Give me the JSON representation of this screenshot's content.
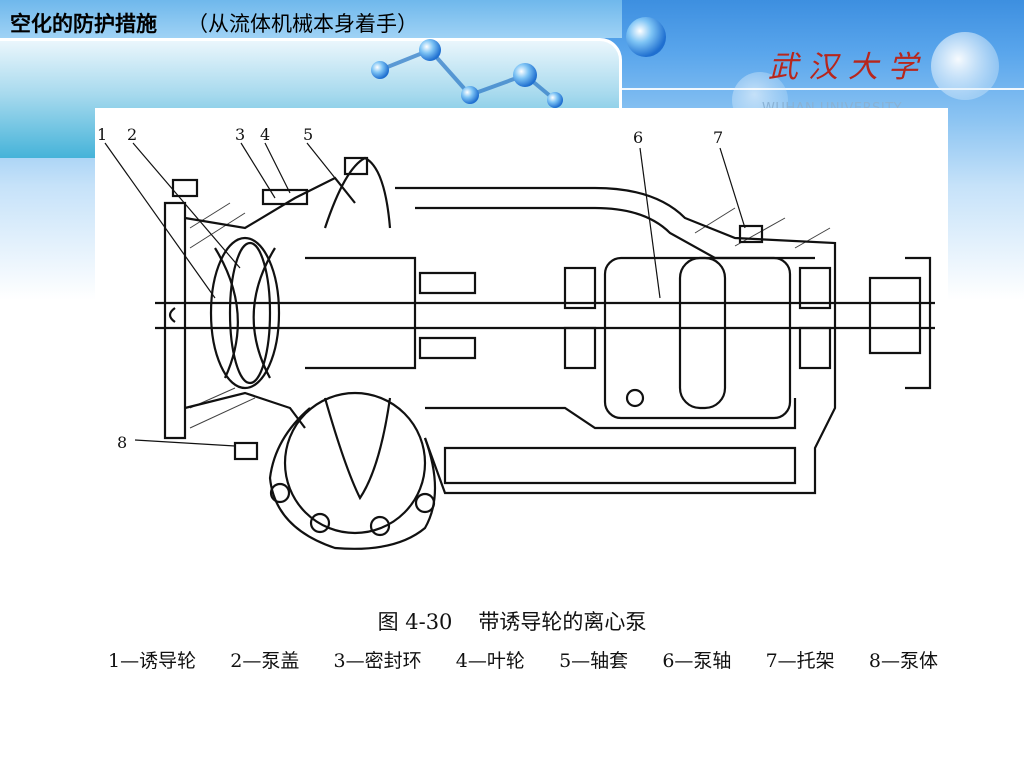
{
  "header": {
    "title": "空化的防护措施",
    "subtitle": "（从流体机械本身着手）",
    "logo_cn": "武汉大学",
    "logo_en": "WUHAN UNIVERSITY"
  },
  "figure": {
    "callouts": [
      "1",
      "2",
      "3",
      "4",
      "5",
      "6",
      "7",
      "8"
    ],
    "caption_number": "图 4-30",
    "caption_title": "带诱导轮的离心泵",
    "legend": [
      "1—诱导轮",
      "2—泵盖",
      "3—密封环",
      "4—叶轮",
      "5—轴套",
      "6—泵轴",
      "7—托架",
      "8—泵体"
    ]
  },
  "colors": {
    "banner_blue": "#3d8fe0",
    "logo_red": "#b8261c",
    "line_art": "#111111"
  }
}
